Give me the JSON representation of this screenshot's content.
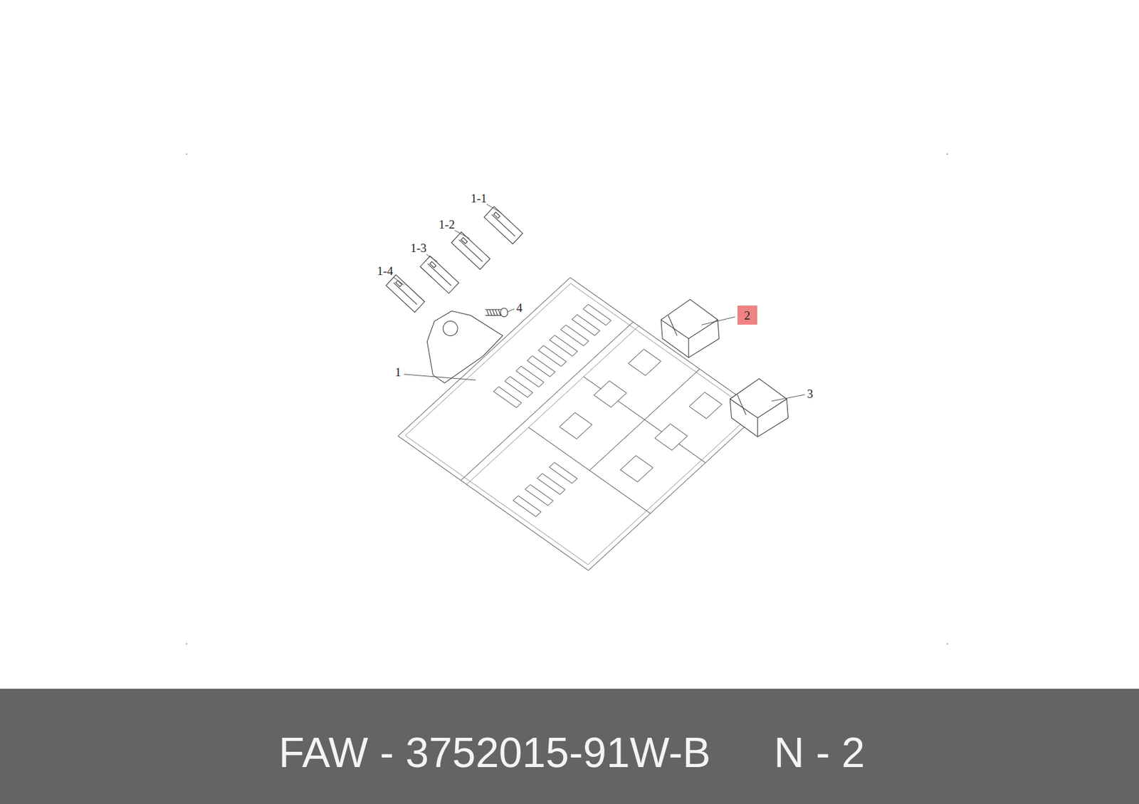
{
  "diagram": {
    "nodes": [
      {
        "text": [
          "2"
        ]
      }
    ],
    "labels": [
      "1-1",
      "1-2",
      "1-3",
      "1-4",
      "4",
      "1",
      "3",
      "FAW - 3752015-91W-B",
      "N - 2"
    ]
  }
}
